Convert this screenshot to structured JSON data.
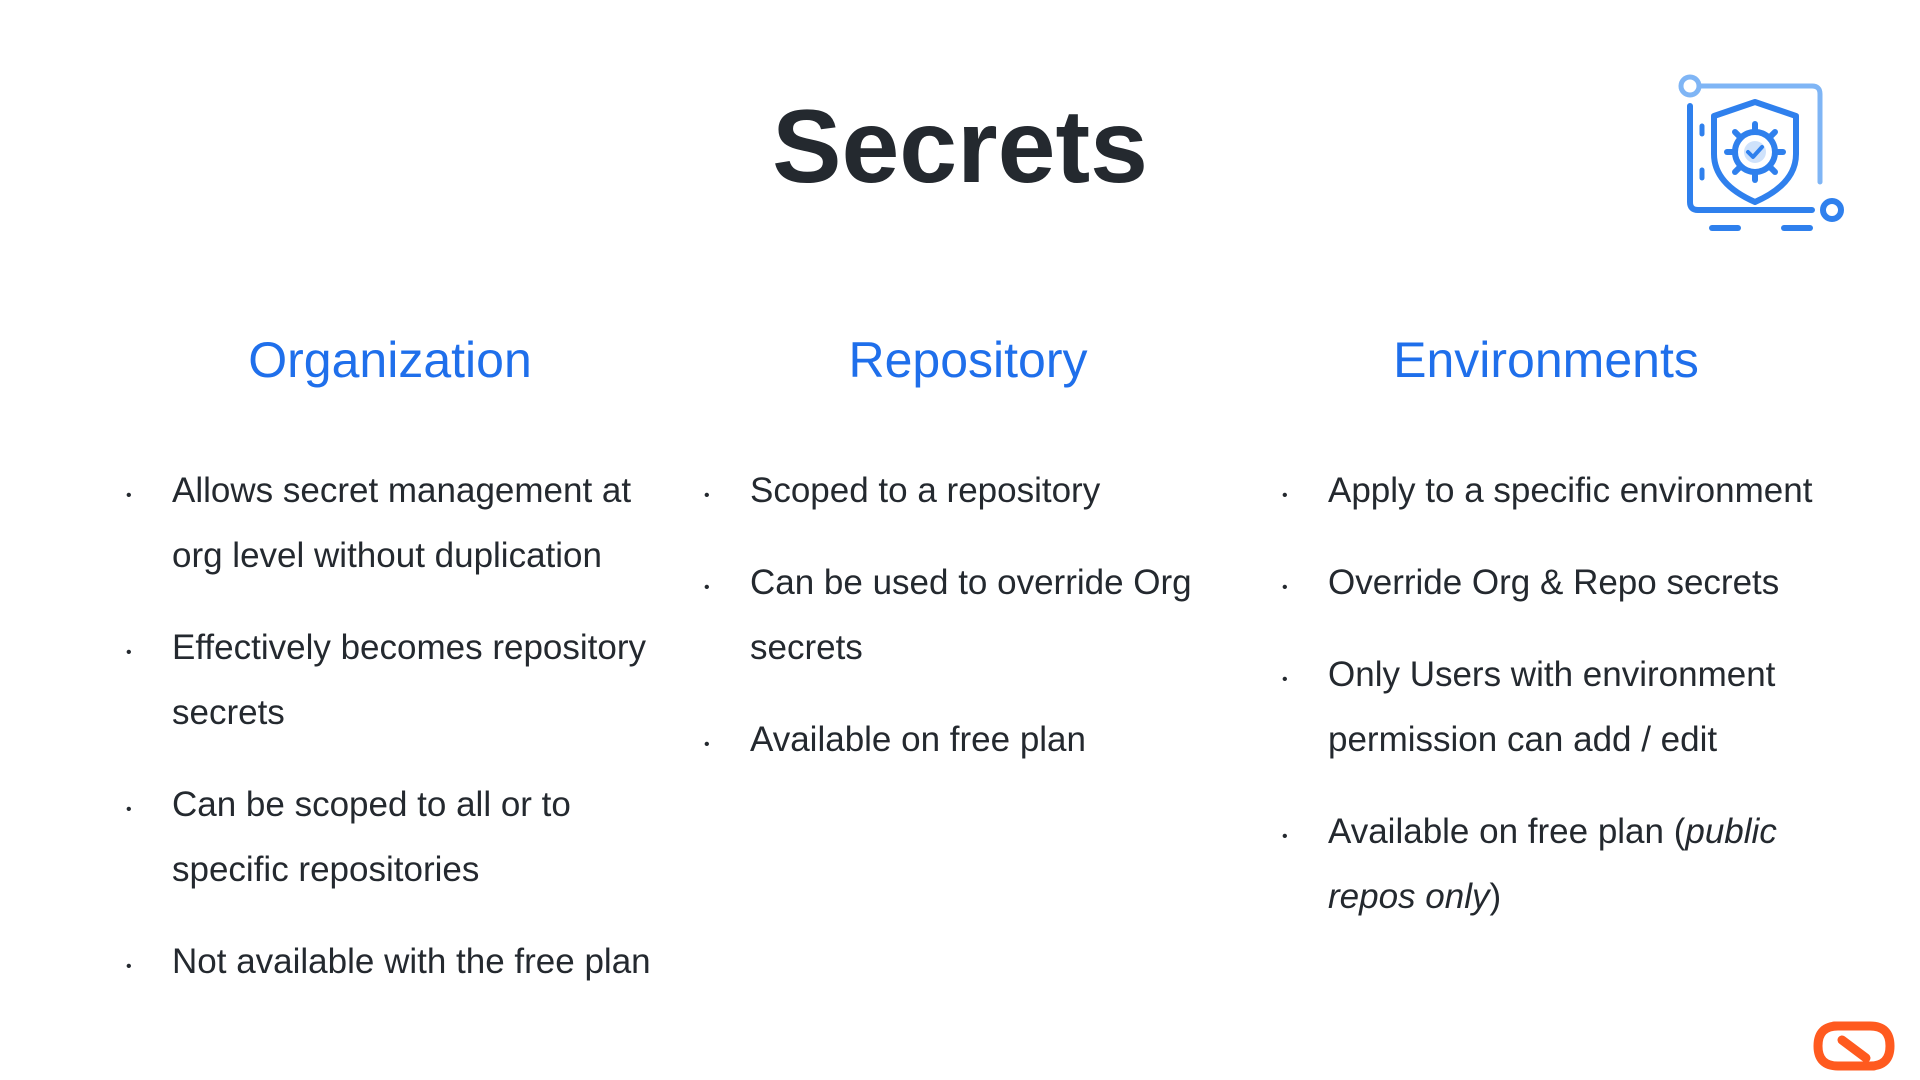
{
  "slide": {
    "title": "Secrets",
    "icons": {
      "top_right": "shield-gear-check-icon",
      "bottom_right": "brand-logo-icon"
    },
    "colors": {
      "heading_blue": "#1f6feb",
      "text_dark": "#24292f",
      "icon_blue": "#2f80ed",
      "icon_light_blue": "#7fb5f5",
      "brand_orange": "#ff5a1f"
    }
  },
  "columns": [
    {
      "heading": "Organization",
      "items": [
        {
          "text": "Allows secret management at org level without duplication"
        },
        {
          "text": "Effectively becomes repository secrets"
        },
        {
          "text": "Can be scoped to all or to specific repositories"
        },
        {
          "text": "Not available with the free plan"
        }
      ]
    },
    {
      "heading": "Repository",
      "items": [
        {
          "text": "Scoped to a repository"
        },
        {
          "text": "Can be used to override Org secrets"
        },
        {
          "text": "Available on free plan"
        }
      ]
    },
    {
      "heading": "Environments",
      "items": [
        {
          "text": "Apply to a specific environment"
        },
        {
          "text": "Override Org & Repo secrets"
        },
        {
          "text": "Only Users with environment permission can add / edit"
        },
        {
          "text_prefix": "Available on free plan (",
          "text_italic": "public repos only",
          "text_suffix": ")"
        }
      ]
    }
  ]
}
